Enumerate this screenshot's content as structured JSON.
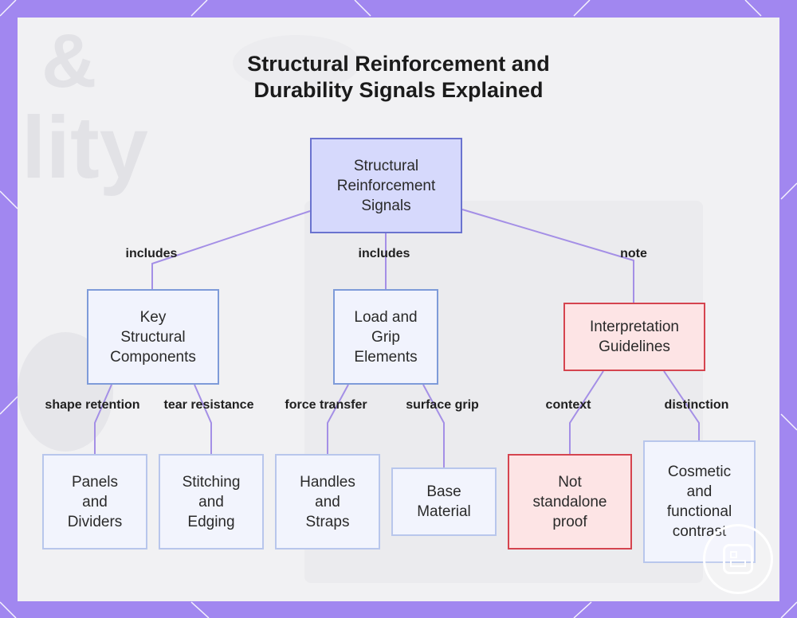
{
  "diagram": {
    "title_lines": [
      "Structural Reinforcement and",
      "Durability Signals Explained"
    ],
    "nodes": {
      "root": [
        "Structural",
        "Reinforcement",
        "Signals"
      ],
      "key": [
        "Key",
        "Structural",
        "Components"
      ],
      "load": [
        "Load and",
        "Grip",
        "Elements"
      ],
      "interp": [
        "Interpretation",
        "Guidelines"
      ],
      "panels": [
        "Panels",
        "and",
        "Dividers"
      ],
      "stitching": [
        "Stitching",
        "and",
        "Edging"
      ],
      "handles": [
        "Handles",
        "and",
        "Straps"
      ],
      "base": [
        "Base",
        "Material"
      ],
      "notproof": [
        "Not",
        "standalone",
        "proof"
      ],
      "cosmetic": [
        "Cosmetic",
        "and",
        "functional",
        "contrast"
      ]
    },
    "edge_labels": {
      "root_key": "includes",
      "root_load": "includes",
      "root_interp": "note",
      "key_panels": "shape retention",
      "key_stitching": "tear resistance",
      "load_handles": "force transfer",
      "load_base": "surface grip",
      "interp_notproof": "context",
      "interp_cosmetic": "distinction"
    }
  }
}
